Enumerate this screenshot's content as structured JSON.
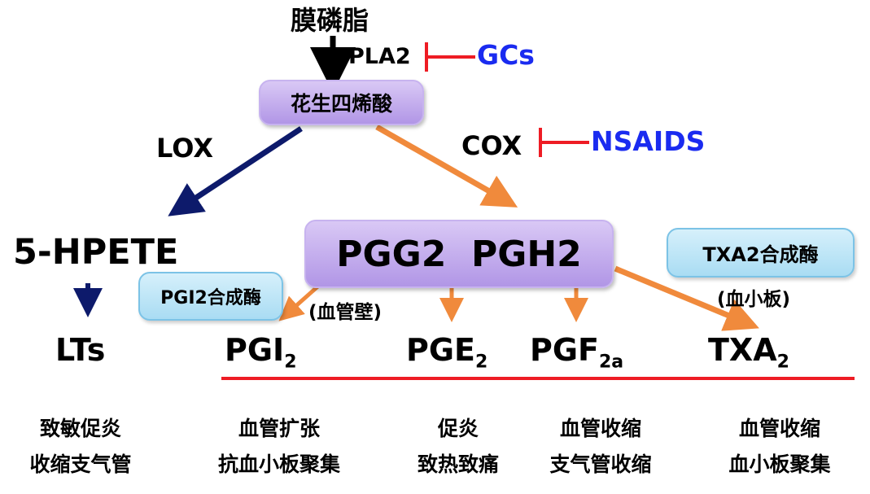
{
  "top_lipid": "膜磷脂",
  "pla2": "PLA2",
  "gcs": "GCs",
  "arachidonic": "花生四烯酸",
  "lox": "LOX",
  "cox": "COX",
  "nsaids": "NSAIDS",
  "hpete": "5-HPETE",
  "pgg_pgh": "PGG2  PGH2",
  "txa2_synthase": "TXA2合成酶",
  "platelet_note": "(血小板)",
  "pgi2_synthase": "PGI2合成酶",
  "vessel_wall_note": "(血管壁)",
  "products": {
    "lts": "LTs",
    "pgi": {
      "base": "PGI",
      "sub": "2"
    },
    "pge": {
      "base": "PGE",
      "sub": "2"
    },
    "pgf": {
      "base": "PGF",
      "sub": "2a"
    },
    "txa": {
      "base": "TXA",
      "sub": "2"
    }
  },
  "effects": {
    "lts": [
      "致敏促炎",
      "收缩支气管"
    ],
    "pgi": [
      "血管扩张",
      "抗血小板聚集"
    ],
    "pge": [
      "促炎",
      "致热致痛"
    ],
    "pgf": [
      "血管收缩",
      "支气管收缩"
    ],
    "txa": [
      "血管收缩",
      "血小板聚集"
    ]
  },
  "colors": {
    "inhibitor_text": "#1a2bf0",
    "inhibit_bar": "#ee1c24",
    "lox_arrow": "#0d1a6b",
    "cox_arrow": "#f08a3c",
    "divider": "#ee1c24"
  }
}
